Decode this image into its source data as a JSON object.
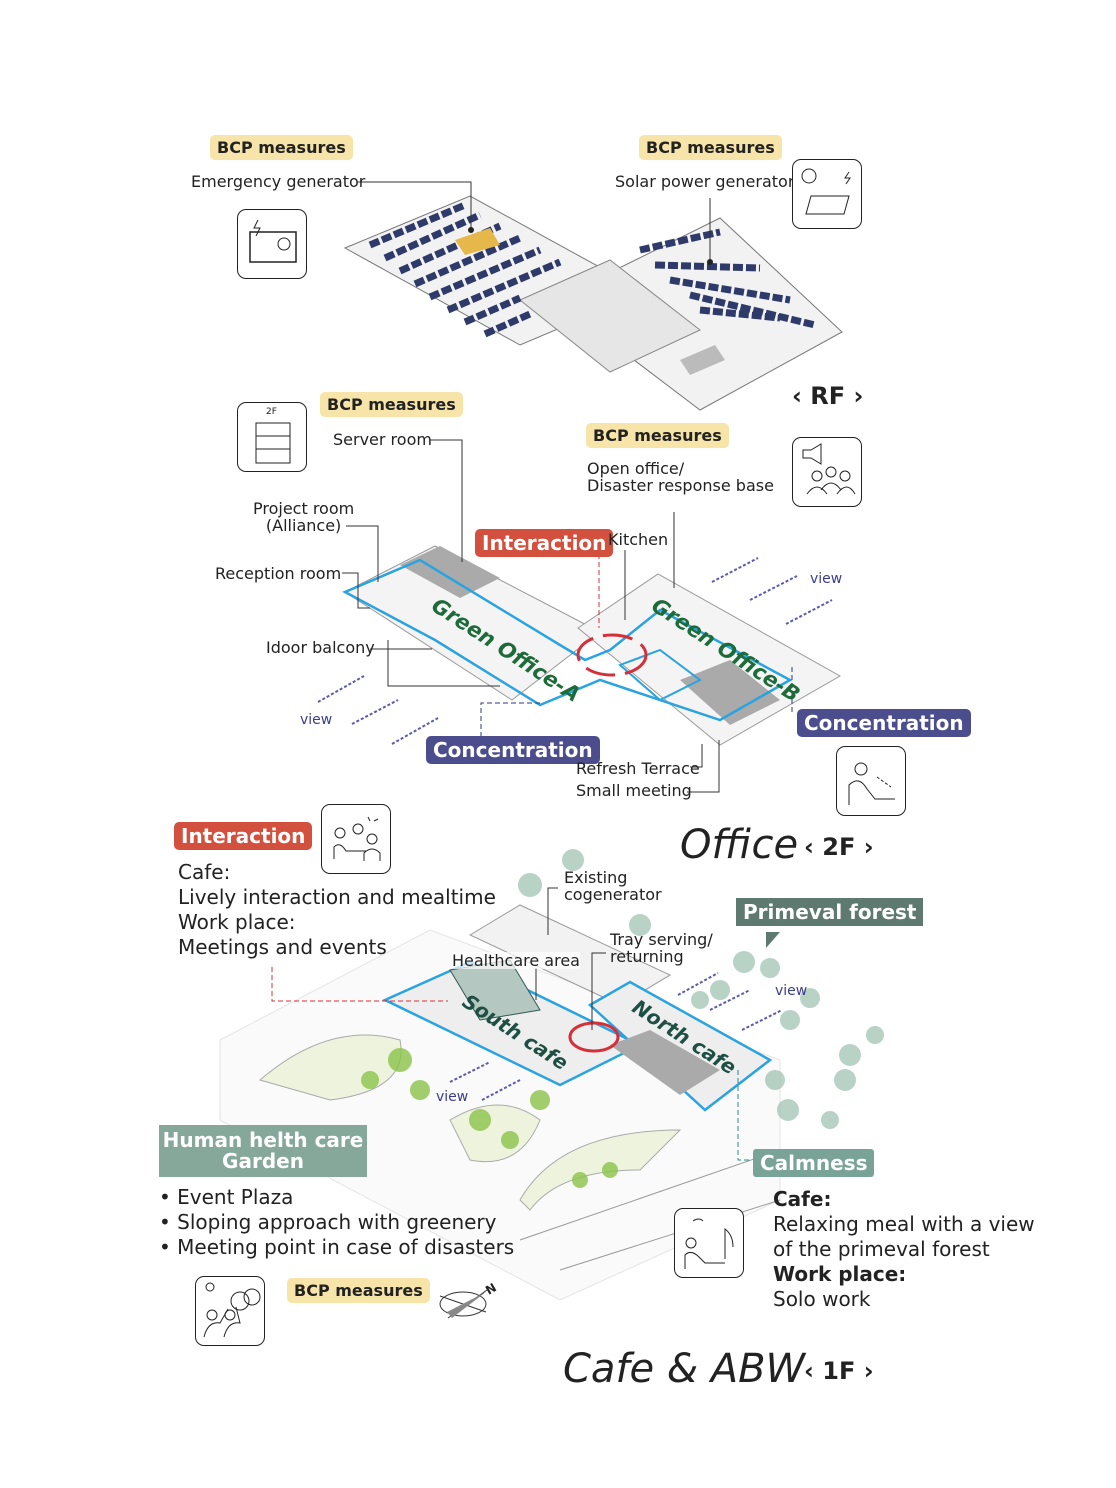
{
  "rf": {
    "bcp_left": "BCP measures",
    "generator": "Emergency generator",
    "bcp_right": "BCP measures",
    "solar": "Solar power generator",
    "floor": "RF"
  },
  "f2": {
    "bcp_server": "BCP measures",
    "server_icon_label": "2F",
    "server": "Server room",
    "bcp_open": "BCP measures",
    "open_office_1": "Open office/",
    "open_office_2": "Disaster response base",
    "project_1": "Project room",
    "project_2": "(Alliance)",
    "reception": "Reception room",
    "balcony": "Idoor balcony",
    "interaction": "Interaction",
    "kitchen": "Kitchen",
    "view_left": "view",
    "view_right": "view",
    "green_a": "Green Office-A",
    "green_b": "Green Office-B",
    "concentration_left": "Concentration",
    "concentration_right": "Concentration",
    "refresh": "Refresh Terrace",
    "small_meeting": "Small meeting",
    "title": "Office",
    "floor": "2F"
  },
  "f1": {
    "interaction": "Interaction",
    "interaction_lines": [
      "Cafe:",
      "Lively interaction and mealtime",
      "Work place:",
      "Meetings and events"
    ],
    "cogen_1": "Existing",
    "cogen_2": "cogenerator",
    "tray_1": "Tray serving/",
    "tray_2": "returning",
    "healthcare": "Healthcare area",
    "primeval": "Primeval forest",
    "south_cafe": "South cafe",
    "north_cafe": "North cafe",
    "view_right": "view",
    "view_left": "view",
    "garden_1": "Human helth care",
    "garden_2": "Garden",
    "garden_items": [
      "Event Plaza",
      "Sloping approach with greenery",
      "Meeting point in case of disasters"
    ],
    "bcp": "BCP measures",
    "north": "N",
    "calmness": "Calmness",
    "calm_cafe": "Cafe:",
    "calm_cafe_text_1": "Relaxing meal with a view",
    "calm_cafe_text_2": "of the primeval forest",
    "calm_work": "Work place:",
    "calm_work_text": "Solo work",
    "title": "Cafe & ABW",
    "floor": "1F"
  },
  "colors": {
    "bcp": "#f6e4a8",
    "interaction": "#d4503e",
    "concentration": "#4b4d8c",
    "primeval": "#5e7a70",
    "garden": "#86a89a",
    "calmness": "#7aa397",
    "plan_outline": "#2aa3e0"
  }
}
